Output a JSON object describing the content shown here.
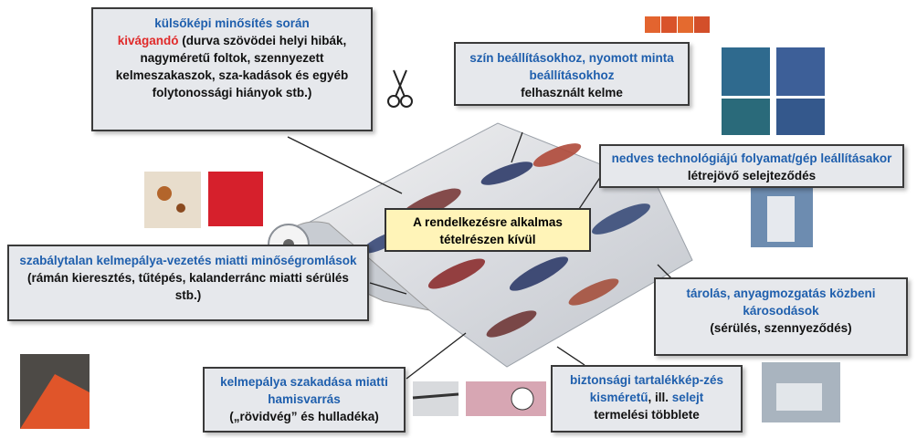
{
  "center_label": {
    "line1": "A rendelkezésre alkalmas",
    "line2": "tételrészen kívül"
  },
  "box_external_quality": {
    "blue1": "külsőképi minősítés során",
    "red": "kivágandó",
    "rest": " (durva szövödei helyi hibák, nagyméretű foltok, szennyezett kelmeszakaszok, sza-kadások és egyéb folytonossági hiányok stb.)"
  },
  "box_color_setting": {
    "blue": "szín beállításokhoz, nyomott minta beállításokhoz",
    "black": "felhasznált kelme"
  },
  "box_wet_process": {
    "blue": "nedves technológiájú folyamat/gép leállításakor",
    "black": " létrejövő selejteződés"
  },
  "box_irregular_guiding": {
    "blue": "szabálytalan kelmepálya-vezetés miatti minőségromlások",
    "black": " (rámán kieresztés, tűtépés, kalanderránc miatti sérülés stb.)"
  },
  "box_storage": {
    "blue": "tárolás, anyagmozgatás közbeni károsodások",
    "black": "(sérülés, szennyeződés)"
  },
  "box_tear": {
    "blue": "kelmepálya szakadása miatti hamisvarrás",
    "black": "(„rövidvég” és hulladéka)"
  },
  "box_safety_reserve": {
    "blue1": "biztonsági tartalékkép-zés kisméretű",
    "mid": ", ill. ",
    "blue2": "selejt",
    "black": "termelési többlete"
  },
  "icons": {
    "scissors": "scissors-icon"
  },
  "colors": {
    "accent_blue": "#1f5fad",
    "accent_red": "#e02a2a",
    "box_bg": "#e6e8ec",
    "center_bg": "#fff4b8"
  }
}
